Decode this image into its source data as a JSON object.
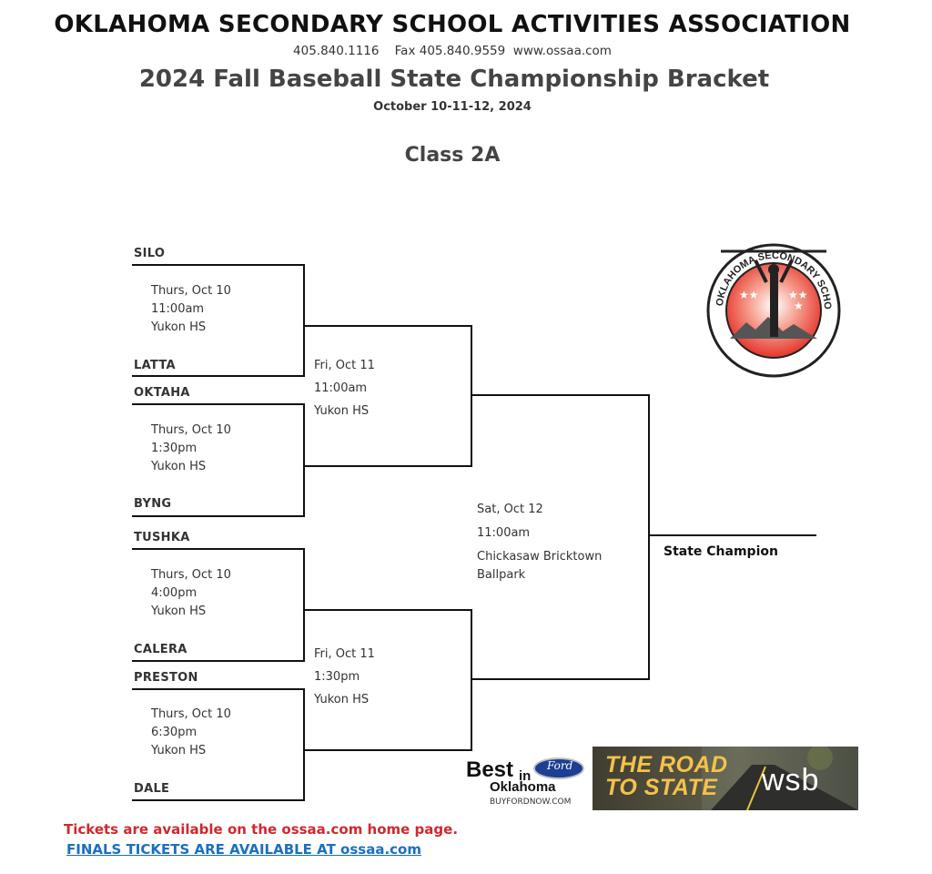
{
  "header": {
    "org": "OKLAHOMA SECONDARY SCHOOL ACTIVITIES ASSOCIATION",
    "contact": "405.840.1116    Fax 405.840.9559  www.ossaa.com",
    "bracket_title": "2024 Fall Baseball State Championship Bracket",
    "dates": "October 10-11-12, 2024",
    "class": "Class 2A"
  },
  "round1": [
    {
      "team_a": "SILO",
      "team_b": "LATTA",
      "date": "Thurs, Oct 10",
      "time": "11:00am",
      "site": "Yukon HS"
    },
    {
      "team_a": "OKTAHA",
      "team_b": "BYNG",
      "date": "Thurs, Oct 10",
      "time": "1:30pm",
      "site": "Yukon HS"
    },
    {
      "team_a": "TUSHKA",
      "team_b": "CALERA",
      "date": "Thurs, Oct 10",
      "time": "4:00pm",
      "site": "Yukon HS"
    },
    {
      "team_a": "PRESTON",
      "team_b": "DALE",
      "date": "Thurs, Oct 10",
      "time": "6:30pm",
      "site": "Yukon HS"
    }
  ],
  "semis": [
    {
      "date": "Fri, Oct 11",
      "time": "11:00am",
      "site": "Yukon HS"
    },
    {
      "date": "Fri, Oct 11",
      "time": "1:30pm",
      "site": "Yukon HS"
    }
  ],
  "final": {
    "date": "Sat, Oct 12",
    "time": "11:00am",
    "site_line1": "Chickasaw Bricktown",
    "site_line2": "Ballpark"
  },
  "champion_label": "State Champion",
  "logo": {
    "text": "OKLAHOMA SECONDARY SCHOOL ACTIVITIES ASSOCIATION",
    "colors": {
      "red": "#e2231a",
      "ring": "#222222"
    }
  },
  "footer": {
    "tickets": "Tickets are available on the ossaa.com home page.",
    "finals": "FINALS TICKETS ARE AVAILABLE AT ossaa.com"
  },
  "sponsors": {
    "ford_best": "Best",
    "ford_in": "in",
    "ford_oklahoma": "Oklahoma",
    "ford_url": "BUYFORDNOW.COM",
    "ford_badge": "Ford",
    "road_line1": "THE ROAD",
    "road_line2": "TO STATE",
    "wsb": "wsb"
  }
}
